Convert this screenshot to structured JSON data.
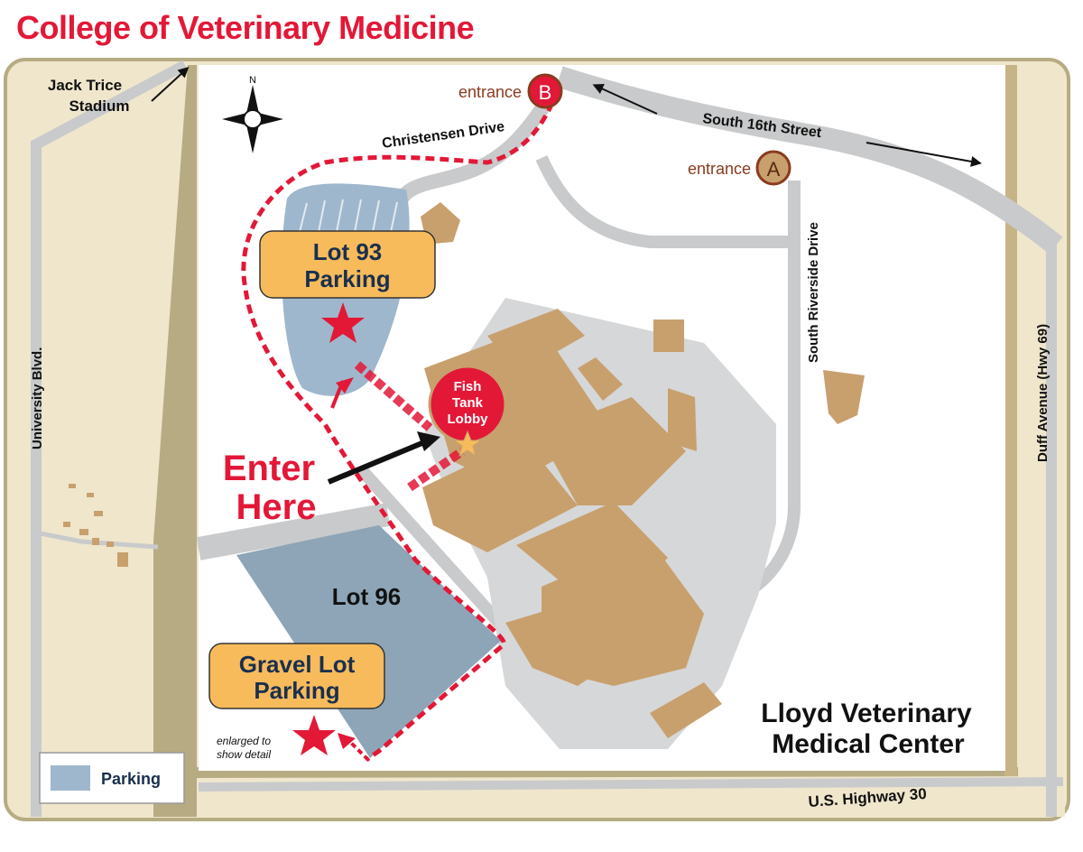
{
  "title": "College of Veterinary Medicine",
  "colors": {
    "title_red": "#e31837",
    "route_red": "#e31837",
    "building_tan": "#c8a06e",
    "road_gray": "#c9cacb",
    "parking_blue": "#8fa9c2",
    "lot96_blue": "#8da5b7",
    "sign_yellow": "#f7bb5c",
    "label_navy": "#1a2f4e",
    "entrance_brown": "#8a3b1e",
    "frame_khaki": "#b6ab82",
    "surround_tan": "#efe6cc"
  },
  "map": {
    "stadium_label": [
      "Jack Trice",
      "Stadium"
    ],
    "compass_north": "N",
    "entrance_word": "entrance",
    "entrance_b_letter": "B",
    "entrance_a_letter": "A",
    "streets": {
      "christensen": "Christensen Drive",
      "south_16th": "South 16th Street",
      "south_riverside": "South Riverside Drive",
      "duff": "Duff Avenue (Hwy 69)",
      "university": "University Blvd.",
      "us30": "U.S. Highway 30"
    },
    "lot93": [
      "Lot 93",
      "Parking"
    ],
    "lot96": "Lot 96",
    "gravel_lot": [
      "Gravel Lot",
      "Parking"
    ],
    "enlarged_note": [
      "enlarged to",
      "show detail"
    ],
    "fish_tank": [
      "Fish",
      "Tank",
      "Lobby"
    ],
    "enter_here": [
      "Enter",
      "Here"
    ],
    "center_name": [
      "Lloyd Veterinary",
      "Medical Center"
    ],
    "legend_label": "Parking",
    "icons": {
      "compass": "compass-rose-icon",
      "star": "star-icon",
      "entrance_marker": "circle-marker-icon",
      "arrow": "arrow-icon"
    }
  }
}
